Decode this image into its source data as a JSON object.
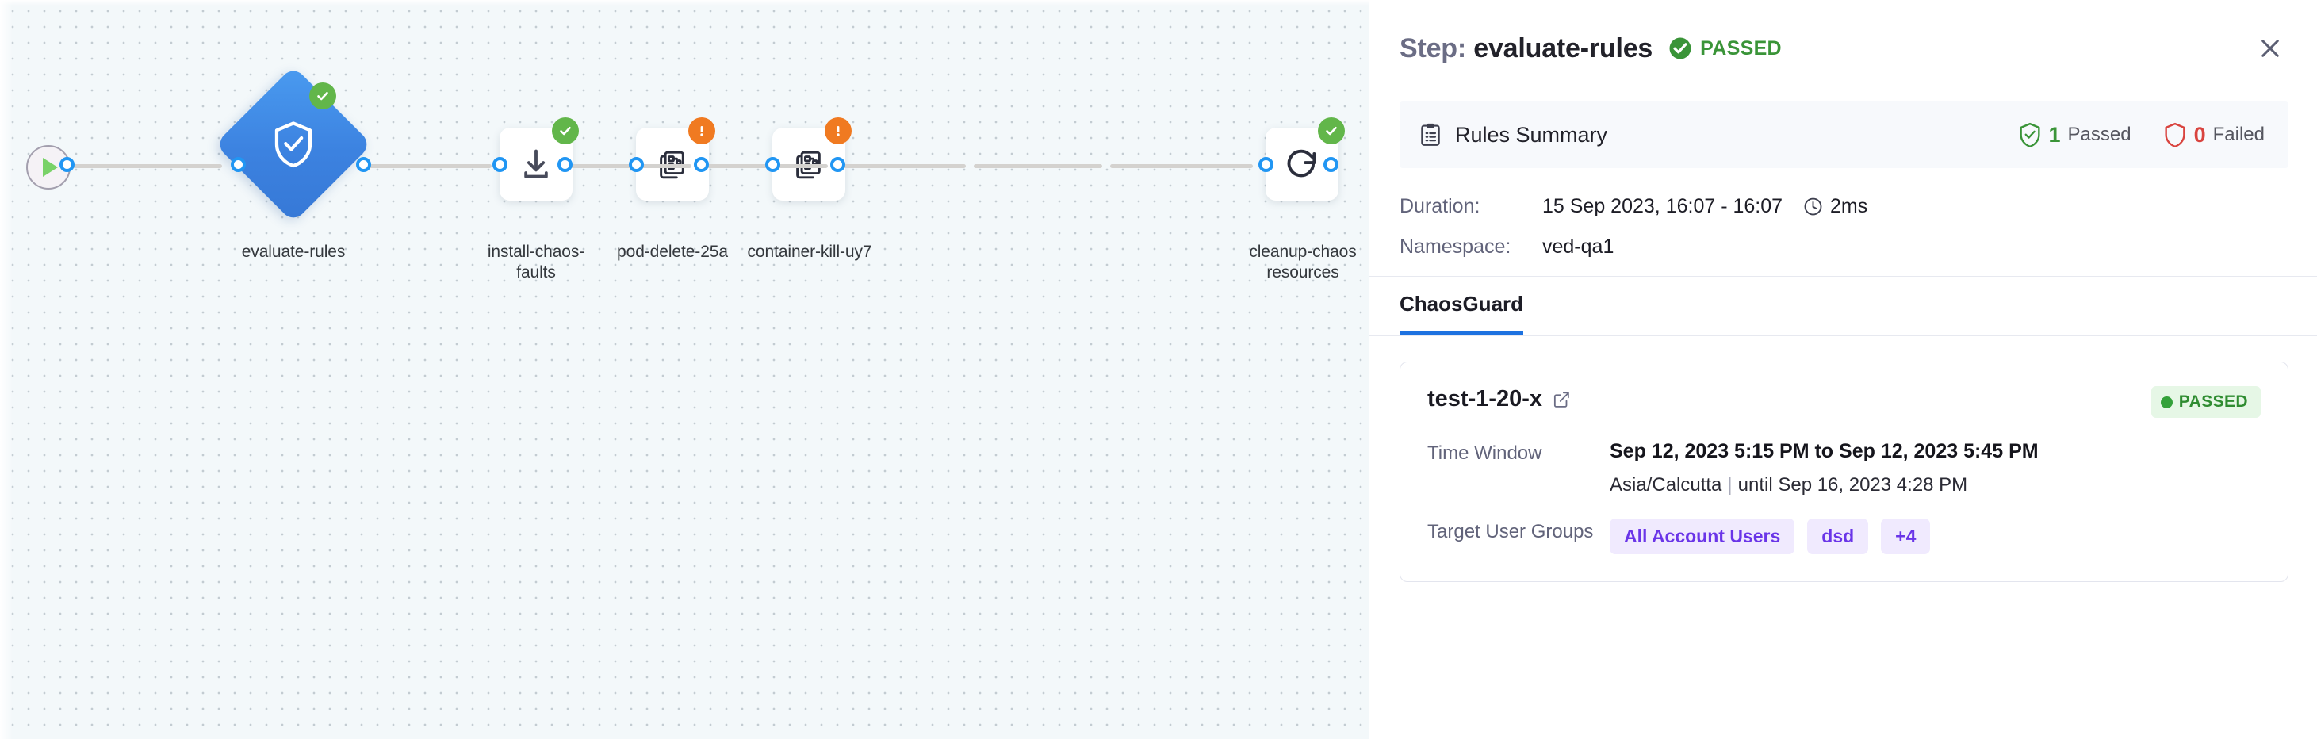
{
  "canvas": {
    "start_node": {
      "name": "start-node",
      "icon": "play-icon"
    },
    "nodes": [
      {
        "label": "evaluate-rules",
        "icon": "shield-check-icon",
        "shape": "diamond",
        "status": "success"
      },
      {
        "label": "install-chaos-faults",
        "icon": "download-icon",
        "shape": "card",
        "status": "success"
      },
      {
        "label": "pod-delete-25a",
        "icon": "chaos-fault-icon",
        "shape": "card",
        "status": "warning"
      },
      {
        "label": "container-kill-uy7",
        "icon": "chaos-fault-icon",
        "shape": "card",
        "status": "warning"
      },
      {
        "label": "cleanup-chaos resources",
        "icon": "refresh-icon",
        "shape": "card",
        "status": "success"
      }
    ],
    "node_labels": {
      "evaluate_rules": "evaluate-rules",
      "install_chaos_line1": "install-chaos-",
      "install_chaos_line2": "faults",
      "pod_delete": "pod-delete-25a",
      "container_kill": "container-kill-uy7",
      "cleanup_line1": "cleanup-chaos",
      "cleanup_line2": "resources"
    }
  },
  "panel": {
    "title_prefix": "Step:",
    "title_step": "evaluate-rules",
    "status_label": "PASSED",
    "status_color": "#3a9438",
    "close_label": "×",
    "rules_summary": {
      "title": "Rules Summary",
      "passed_count": "1",
      "passed_label": "Passed",
      "failed_count": "0",
      "failed_label": "Failed"
    },
    "meta": {
      "duration_key": "Duration:",
      "duration_value": "15 Sep 2023, 16:07 - 16:07",
      "duration_ms": "2ms",
      "namespace_key": "Namespace:",
      "namespace_value": "ved-qa1"
    },
    "tabs": [
      {
        "label": "ChaosGuard",
        "active": true
      }
    ],
    "rule_card": {
      "title": "test-1-20-x",
      "status_label": "PASSED",
      "time_window_key": "Time Window",
      "time_window_value": "Sep 12, 2023 5:15 PM to Sep 12, 2023 5:45 PM",
      "timezone": "Asia/Calcutta",
      "until_text": "until Sep 16, 2023 4:28 PM",
      "user_groups_key": "Target User Groups",
      "user_groups": [
        "All Account Users",
        "dsd",
        "+4"
      ]
    }
  },
  "colors": {
    "accent_blue": "#1d72e0",
    "success_green": "#62b64a",
    "warning_orange": "#f07a21",
    "fail_red": "#d9443f",
    "chip_purple": "#6a35e8",
    "canvas_bg": "#f3f8fa"
  }
}
